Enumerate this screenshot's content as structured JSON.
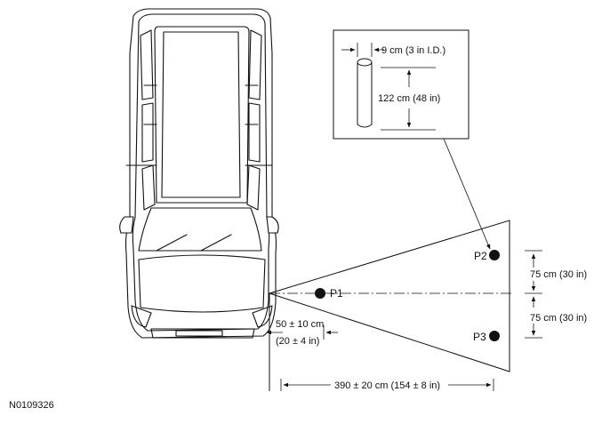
{
  "figure_id": "N0109326",
  "inset": {
    "diameter_label": "9 cm (3 in I.D.)",
    "height_label": "122 cm (48 in)"
  },
  "points": {
    "p1": "P1",
    "p2": "P2",
    "p3": "P3"
  },
  "dimensions": {
    "offset_line1": "50 ± 10 cm",
    "offset_line2": "(20 ± 4 in)",
    "distance": "390 ± 20 cm (154 ± 8 in)",
    "upper_spacing": "75 cm (30 in)",
    "lower_spacing": "75 cm (30 in)"
  },
  "colors": {
    "ink": "#111111",
    "background": "#ffffff"
  }
}
